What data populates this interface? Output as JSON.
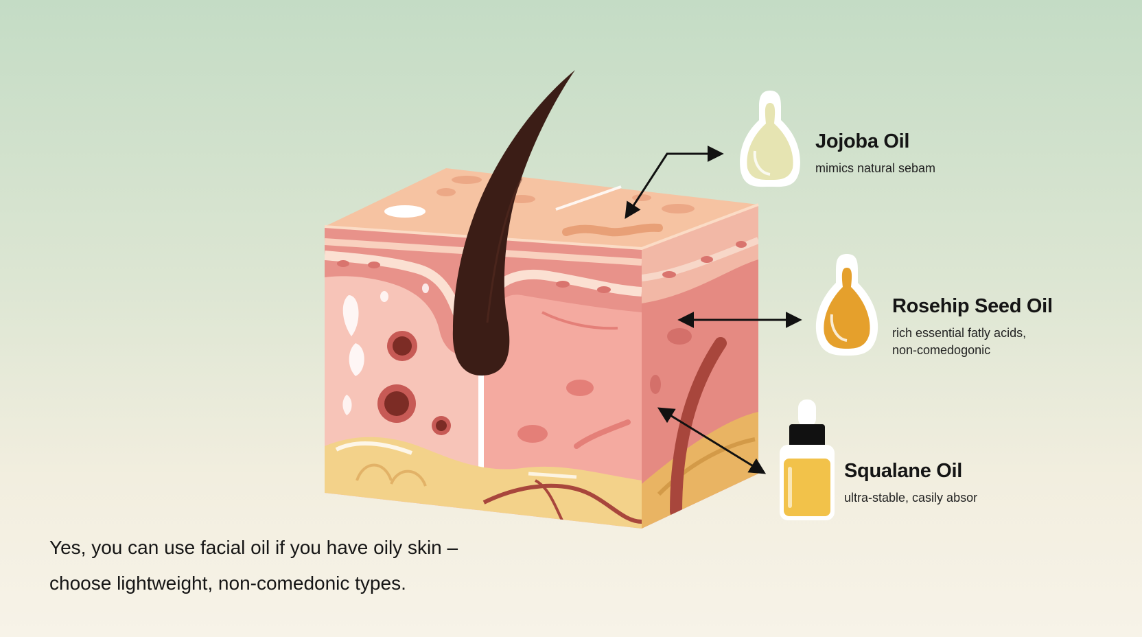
{
  "labels": {
    "jojoba": {
      "title": "Jojoba Oil",
      "subtitle": "mimics natural sebam"
    },
    "rosehip": {
      "title": "Rosehip Seed Oil",
      "subtitle_line1": "rich  essential fatly acids,",
      "subtitle_line2": "non-comedogonic"
    },
    "squalane": {
      "title": "Squalane Oil",
      "subtitle": "ultra-stable, casily absor"
    }
  },
  "caption": {
    "line1": "Yes, you can use facial oil if you have oily skin –",
    "line2": "choose lightweight, non-comedonic types."
  },
  "colors": {
    "background_top": "#c4dcc5",
    "background_bottom": "#f7f3e8",
    "skin_top": "#f6c3a2",
    "epidermis": "#e8928a",
    "dermis_front": "#f4aaa0",
    "dermis_side": "#e58a82",
    "fat_layer": "#f3d28a",
    "hair": "#3b1d16",
    "jojoba_oil": "#e6e4b2",
    "rosehip_oil": "#e5a02c",
    "squalane_oil": "#f2c24a"
  },
  "icons": [
    "jojoba-drop-icon",
    "rosehip-drop-icon",
    "squalane-bottle-icon",
    "hair-strand-icon"
  ]
}
